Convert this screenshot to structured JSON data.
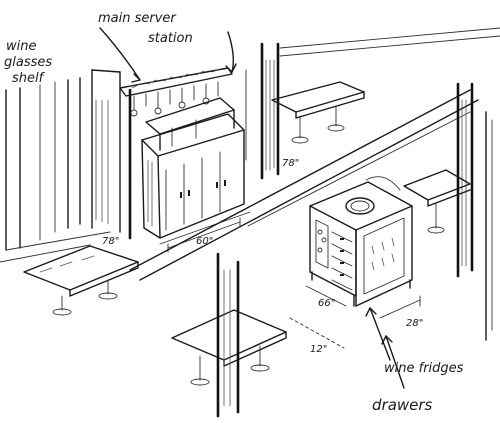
{
  "annotations": {
    "wine_glasses_shelf": [
      "wine",
      "glasses",
      "shelf"
    ],
    "main_server_station": [
      "main server",
      "station"
    ],
    "wine_fridges": "wine fridges",
    "drawers": "drawers"
  },
  "dimensions": {
    "post_height_upper": "78\"",
    "post_height_left": "78\"",
    "station_width": "60\"",
    "cart_width": "66\"",
    "cart_depth": "28\"",
    "clearance": "12\""
  },
  "colors": {
    "ink": "#1a1a1a",
    "paper": "#ffffff"
  }
}
